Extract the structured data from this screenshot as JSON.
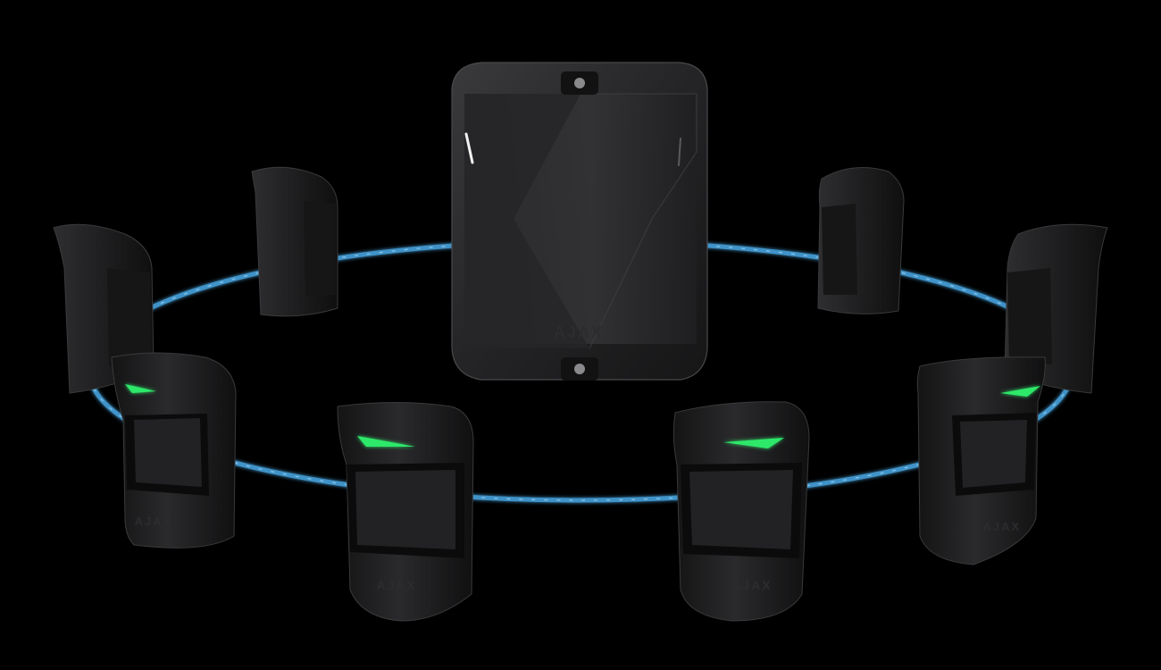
{
  "scene": {
    "background": "#000000",
    "cable_color": "#3f93c8",
    "cable_highlight": "#9fd3f2",
    "device_color": "#1e1e20",
    "led_color": "#2ee86a"
  },
  "hub": {
    "brand_text": "AJAX"
  },
  "detectors": [
    {
      "id": "back-left-outer",
      "brand_text": "",
      "led": false
    },
    {
      "id": "back-left-inner",
      "brand_text": "",
      "led": false
    },
    {
      "id": "back-right-inner",
      "brand_text": "",
      "led": false
    },
    {
      "id": "back-right-outer",
      "brand_text": "",
      "led": false
    },
    {
      "id": "front-left",
      "brand_text": "AJAX",
      "led": true
    },
    {
      "id": "front-center-left",
      "brand_text": "AJAX",
      "led": true
    },
    {
      "id": "front-center-right",
      "brand_text": "AJAX",
      "led": true
    },
    {
      "id": "front-right",
      "brand_text": "AJAX",
      "led": true
    }
  ]
}
